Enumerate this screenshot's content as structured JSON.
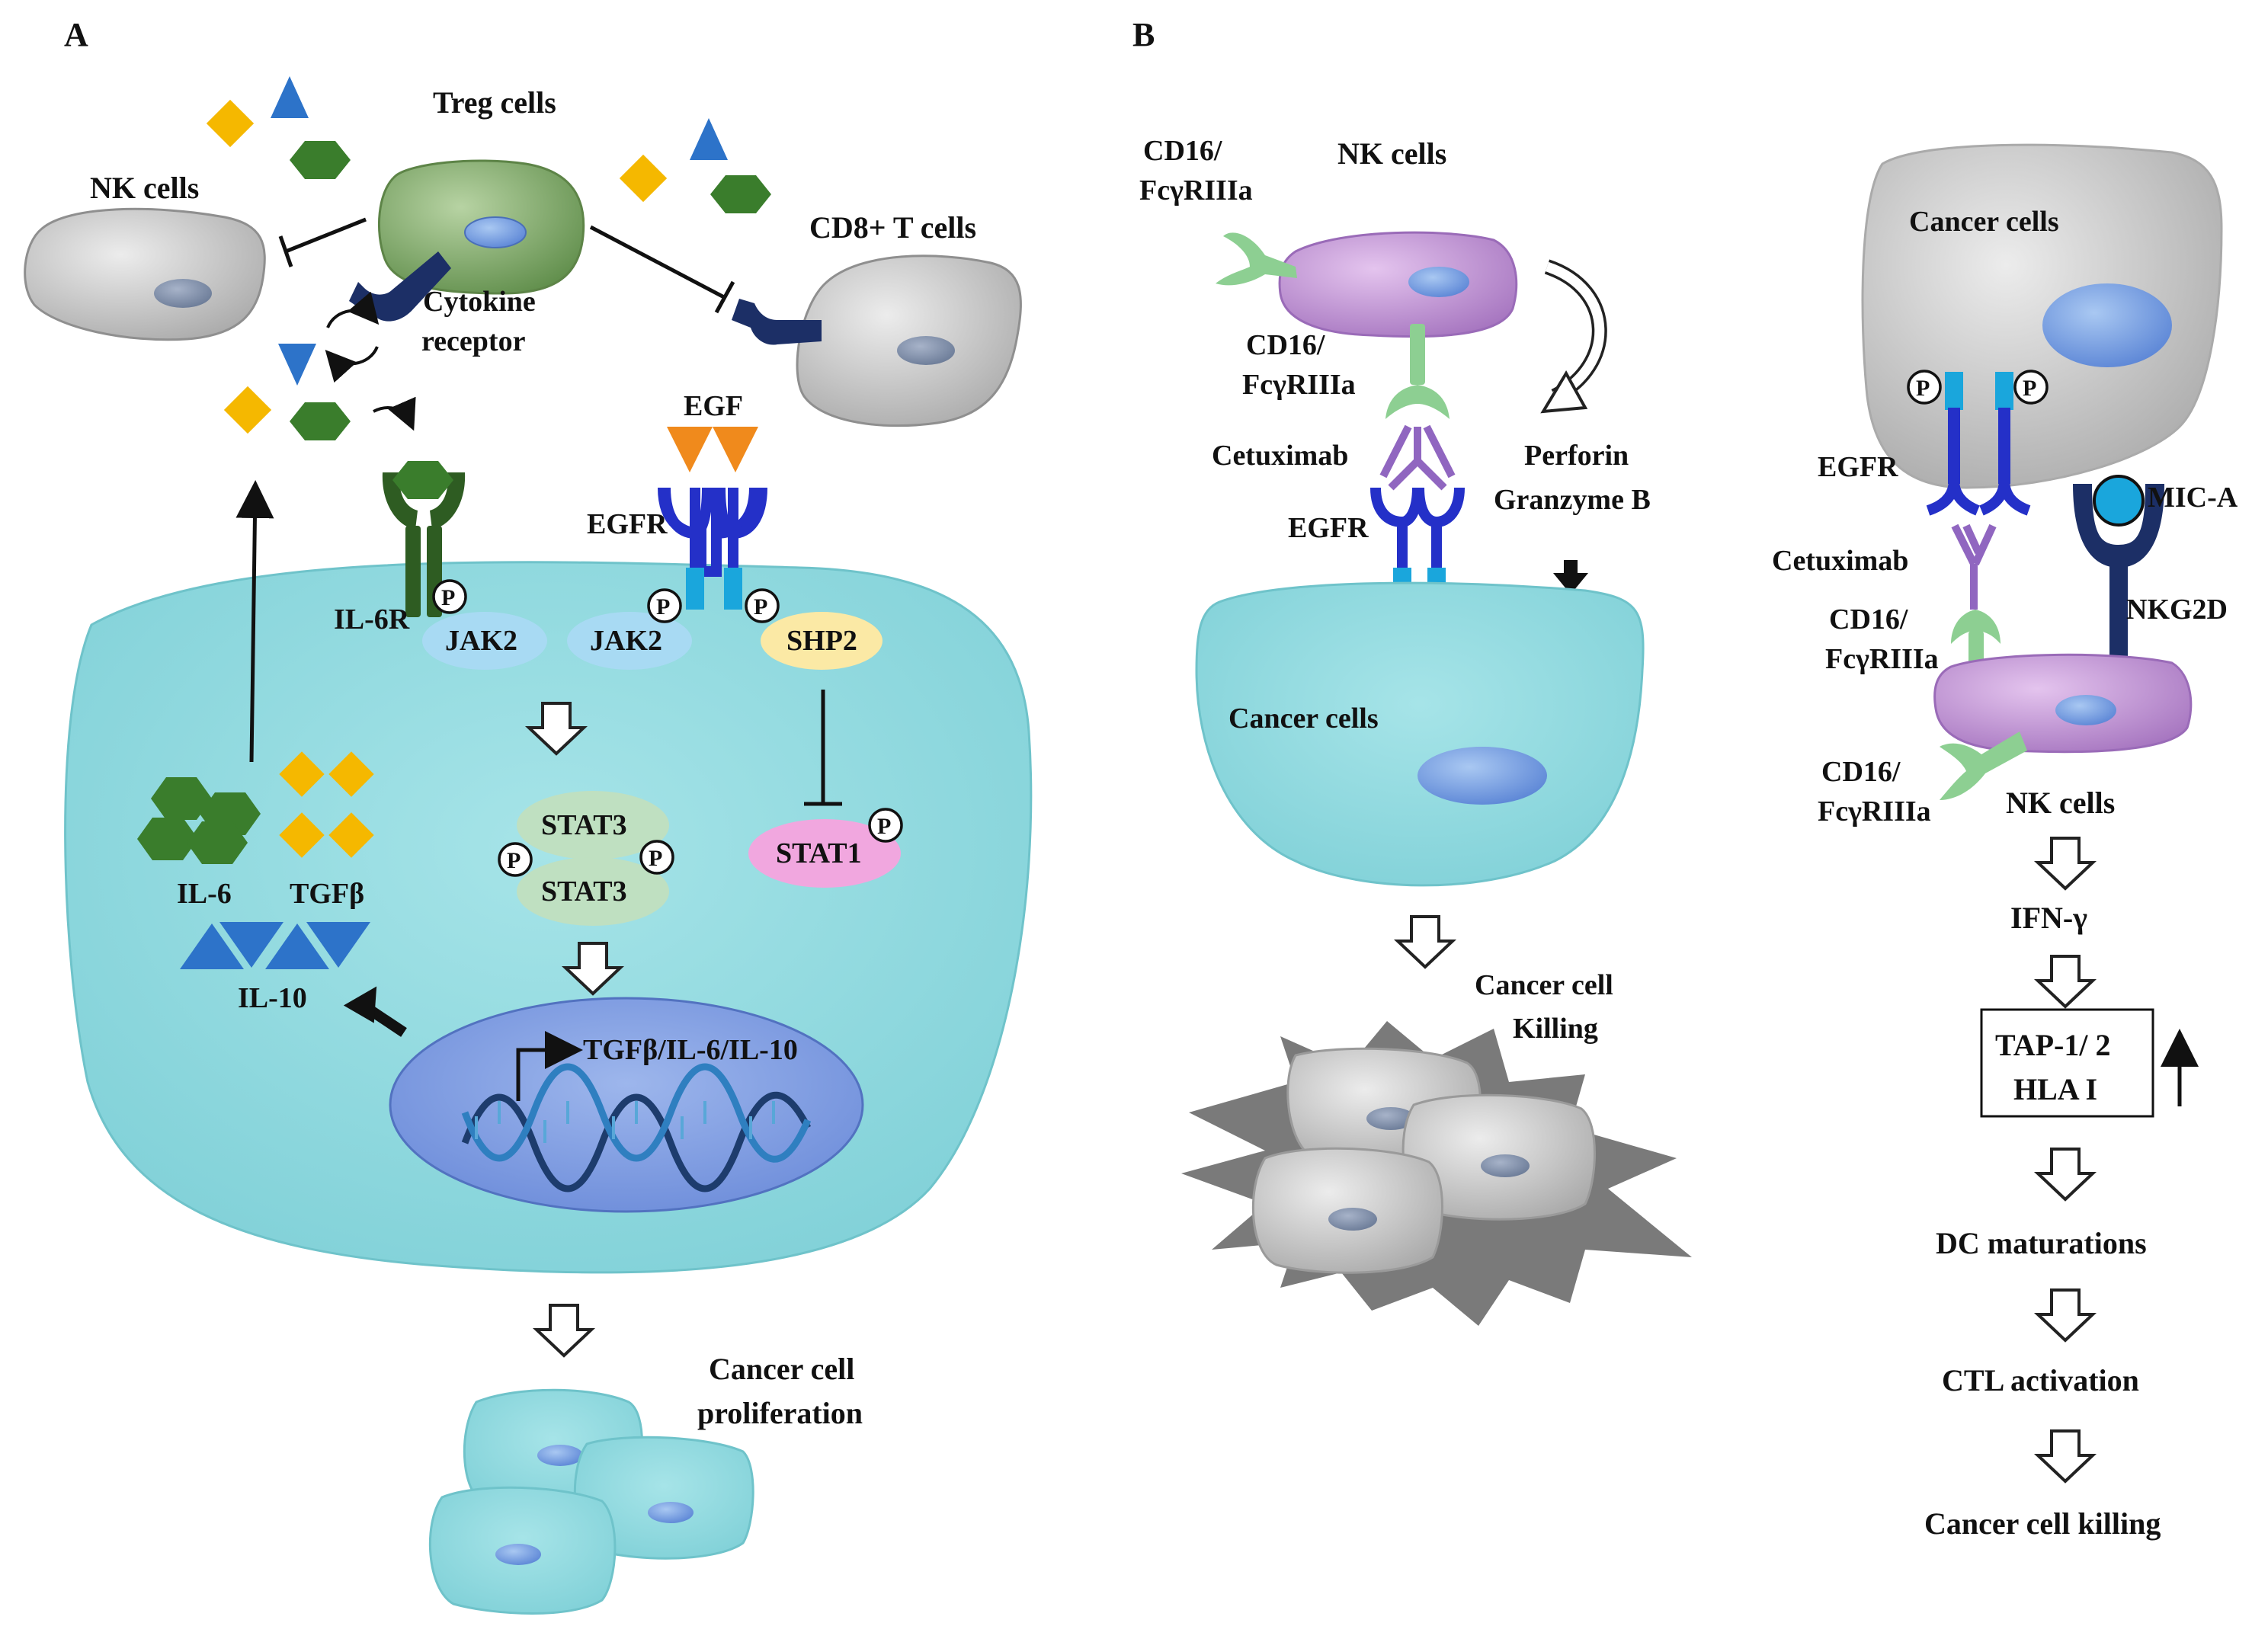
{
  "colors": {
    "cancer_cell_cyan": "#8fd9df",
    "treg_green": "#86ad6d",
    "nk_purple": "#c79ad9",
    "grey_cell": "#c9c9c9",
    "egfr_blue": "#2430c8",
    "egfr_tip": "#1aa6dc",
    "receptor_navy": "#1c2f66",
    "il6r_green": "#2e5c22",
    "cetuximab_purple": "#9066c0",
    "cd16_green": "#8dcf92",
    "nucleus_blue": "#6f8fdc",
    "diamond_yellow": "#f5b800",
    "hexagon_green": "#3a7d2c",
    "triangle_blue": "#2d73c9",
    "egf_orange": "#f08a1c",
    "jak2_blue": "#a8daf3",
    "shp2_yellow": "#fbe9a5",
    "stat1_pink": "#f1a7df",
    "stat3_green": "#bfe0c1"
  },
  "icons": [
    "dna-helix-icon",
    "p-phosphate-icon",
    "hollow-down-arrow-icon",
    "inhibition-bar-icon"
  ],
  "panel_a": {
    "letter": "A",
    "treg_cells": "Treg cells",
    "nk_cells": "NK cells",
    "cd8_t_cells": "CD8+ T cells",
    "cytokine_receptor_1": "Cytokine",
    "cytokine_receptor_2": "receptor",
    "egf": "EGF",
    "egfr": "EGFR",
    "il6r": "IL-6R",
    "jak2_left": "JAK2",
    "jak2_right": "JAK2",
    "shp2": "SHP2",
    "stat3_top": "STAT3",
    "stat3_bottom": "STAT3",
    "stat1": "STAT1",
    "il6": "IL-6",
    "tgfb": "TGFβ",
    "il10": "IL-10",
    "gene_label": "TGFβ/IL-6/IL-10",
    "phospho": "P",
    "outcome_1": "Cancer cell",
    "outcome_2": "proliferation"
  },
  "panel_b": {
    "letter": "B",
    "nk_cells_top": "NK cells",
    "cd16_a_1": "CD16/",
    "cd16_a_2": "FcγRIIIa",
    "cd16_b_1": "CD16/",
    "cd16_b_2": "FcγRIIIa",
    "cetuximab_left": "Cetuximab",
    "egfr_left": "EGFR",
    "perforin": "Perforin",
    "granzyme": "Granzyme B",
    "cancer_cells_left": "Cancer cells",
    "killing_1": "Cancer cell",
    "killing_2": "Killing",
    "cancer_cells_right": "Cancer cells",
    "egfr_right": "EGFR",
    "mica": "MIC-A",
    "cetuximab_right": "Cetuximab",
    "nkg2d": "NKG2D",
    "cd16_c_1": "CD16/",
    "cd16_c_2": "FcγRIIIa",
    "cd16_d_1": "CD16/",
    "cd16_d_2": "FcγRIIIa",
    "nk_cells_bottom": "NK cells",
    "phospho": "P",
    "cascade": {
      "ifn": "IFN-γ",
      "tap": "TAP-1/ 2",
      "hla": "HLA I",
      "dc": "DC maturations",
      "ctl": "CTL activation",
      "kill": "Cancer cell killing"
    }
  }
}
